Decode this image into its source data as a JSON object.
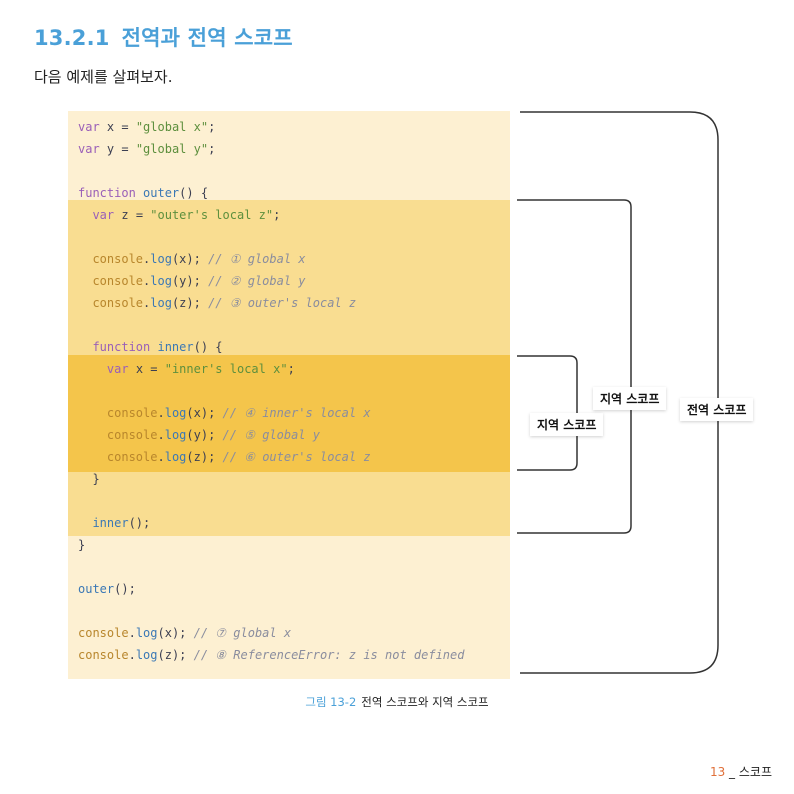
{
  "heading": {
    "number": "13.2.1",
    "title": "전역과 전역 스코프"
  },
  "intro": "다음 예제를 살펴보자.",
  "code_lines": [
    [
      [
        "kw",
        "var"
      ],
      [
        "",
        "x = "
      ],
      [
        "str",
        "\"global x\""
      ],
      [
        "",
        ";"
      ]
    ],
    [
      [
        "kw",
        "var"
      ],
      [
        "",
        "y = "
      ],
      [
        "str",
        "\"global y\""
      ],
      [
        "",
        ";"
      ]
    ],
    [],
    [
      [
        "kw",
        "function"
      ],
      [
        "",
        ""
      ],
      [
        "fn",
        "outer"
      ],
      [
        "",
        "() {"
      ]
    ],
    [
      [
        "",
        "  "
      ],
      [
        "kw",
        "var"
      ],
      [
        "",
        "z = "
      ],
      [
        "str",
        "\"outer's local z\""
      ],
      [
        "",
        ";"
      ]
    ],
    [],
    [
      [
        "",
        "  "
      ],
      [
        "cn",
        "console"
      ],
      [
        "",
        "."
      ],
      [
        "fn",
        "log"
      ],
      [
        "",
        "(x); "
      ],
      [
        "cm",
        "// ① global x"
      ]
    ],
    [
      [
        "",
        "  "
      ],
      [
        "cn",
        "console"
      ],
      [
        "",
        "."
      ],
      [
        "fn",
        "log"
      ],
      [
        "",
        "(y); "
      ],
      [
        "cm",
        "// ② global y"
      ]
    ],
    [
      [
        "",
        "  "
      ],
      [
        "cn",
        "console"
      ],
      [
        "",
        "."
      ],
      [
        "fn",
        "log"
      ],
      [
        "",
        "(z); "
      ],
      [
        "cm",
        "// ③ outer's local z"
      ]
    ],
    [],
    [
      [
        "",
        "  "
      ],
      [
        "kw",
        "function"
      ],
      [
        "",
        ""
      ],
      [
        "fn",
        "inner"
      ],
      [
        "",
        "() {"
      ]
    ],
    [
      [
        "",
        "    "
      ],
      [
        "kw",
        "var"
      ],
      [
        "",
        "x = "
      ],
      [
        "str",
        "\"inner's local x\""
      ],
      [
        "",
        ";"
      ]
    ],
    [],
    [
      [
        "",
        "    "
      ],
      [
        "cn",
        "console"
      ],
      [
        "",
        "."
      ],
      [
        "fn",
        "log"
      ],
      [
        "",
        "(x); "
      ],
      [
        "cm",
        "// ④ inner's local x"
      ]
    ],
    [
      [
        "",
        "    "
      ],
      [
        "cn",
        "console"
      ],
      [
        "",
        "."
      ],
      [
        "fn",
        "log"
      ],
      [
        "",
        "(y); "
      ],
      [
        "cm",
        "// ⑤ global y"
      ]
    ],
    [
      [
        "",
        "    "
      ],
      [
        "cn",
        "console"
      ],
      [
        "",
        "."
      ],
      [
        "fn",
        "log"
      ],
      [
        "",
        "(z); "
      ],
      [
        "cm",
        "// ⑥ outer's local z"
      ]
    ],
    [
      [
        "",
        "  }"
      ]
    ],
    [],
    [
      [
        "",
        "  "
      ],
      [
        "fn",
        "inner"
      ],
      [
        "",
        "();"
      ]
    ],
    [
      [
        "",
        "}"
      ]
    ],
    [],
    [
      [
        "fn",
        "outer"
      ],
      [
        "",
        "();"
      ]
    ],
    [],
    [
      [
        "cn",
        "console"
      ],
      [
        "",
        "."
      ],
      [
        "fn",
        "log"
      ],
      [
        "",
        "(x); "
      ],
      [
        "cm",
        "// ⑦ global x"
      ]
    ],
    [
      [
        "cn",
        "console"
      ],
      [
        "",
        "."
      ],
      [
        "fn",
        "log"
      ],
      [
        "",
        "(z); "
      ],
      [
        "cm",
        "// ⑧ ReferenceError: z is not defined"
      ]
    ]
  ],
  "scope_labels": {
    "inner": "지역 스코프",
    "outer": "지역 스코프",
    "global": "전역 스코프"
  },
  "caption": {
    "figure": "그림 13-2",
    "text": "전역 스코프와 지역 스코프"
  },
  "footer": {
    "page": "13",
    "separator": " _ ",
    "chapter": "스코프"
  },
  "colors": {
    "heading": "#4aa0d8",
    "panel": "#fdf0d2",
    "outer_band": "#f9dd91",
    "inner_band": "#f4c54b",
    "page_number": "#e0703a"
  }
}
